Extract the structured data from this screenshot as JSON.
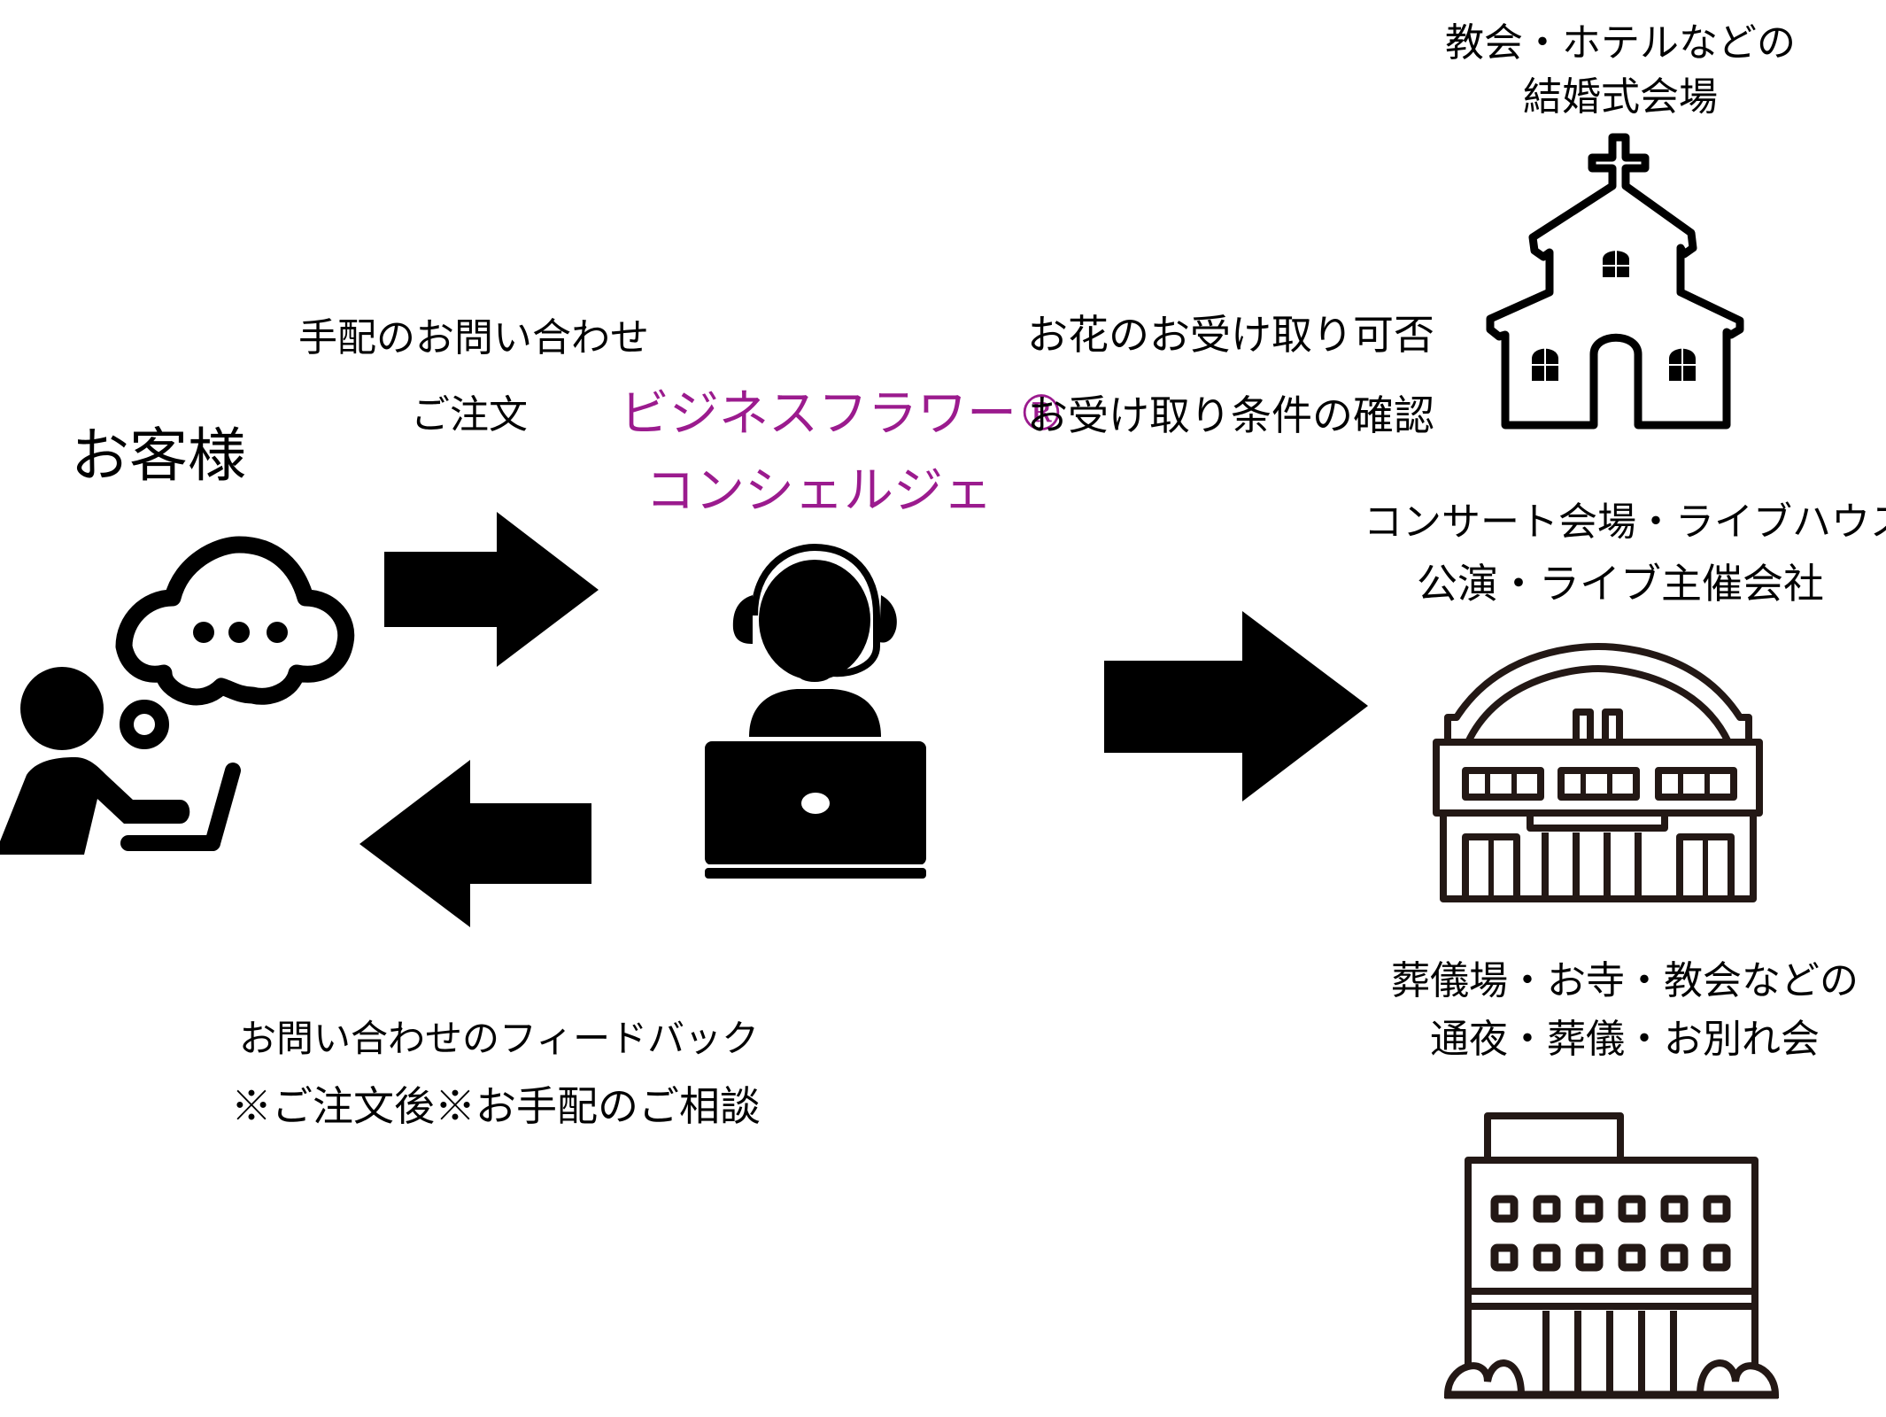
{
  "customer": {
    "label": "お客様",
    "icon": "person-laptop-thought-icon"
  },
  "request_arrow": {
    "line1": "手配のお問い合わせ",
    "line2": "ご注文",
    "icon": "arrow-right-icon"
  },
  "feedback_arrow": {
    "line1": "お問い合わせのフィードバック",
    "line2": "※ご注文後※お手配のご相談",
    "icon": "arrow-left-icon"
  },
  "concierge": {
    "line1": "ビジネスフラワー®",
    "line2": "コンシェルジェ",
    "color": "#9b1b8e",
    "icon": "headset-operator-laptop-icon"
  },
  "venue_arrow": {
    "line1": "お花のお受け取り可否",
    "line2": "お受け取り条件の確認",
    "icon": "arrow-right-icon"
  },
  "venues": [
    {
      "line1": "教会・ホテルなどの",
      "line2": "結婚式会場",
      "icon": "church-icon"
    },
    {
      "line1": "コンサート会場・ライブハウス",
      "line2": "公演・ライブ主催会社",
      "icon": "concert-hall-icon"
    },
    {
      "line1": "葬儀場・お寺・教会などの",
      "line2": "通夜・葬儀・お別れ会",
      "icon": "funeral-hall-building-icon"
    }
  ],
  "colors": {
    "ink": "#000000",
    "building_ink": "#231815",
    "accent": "#9b1b8e"
  }
}
